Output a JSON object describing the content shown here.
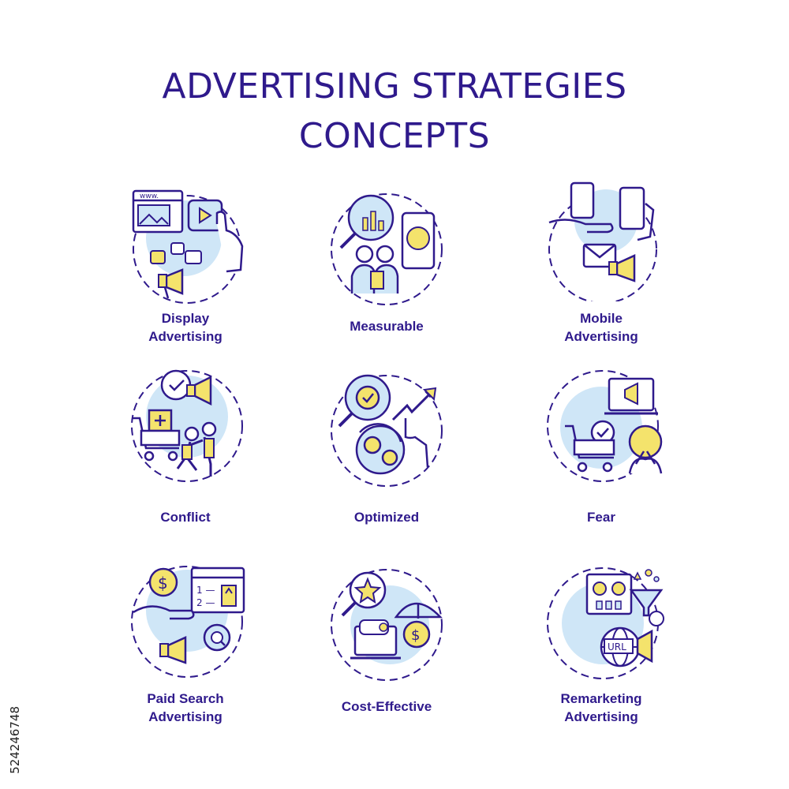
{
  "title": {
    "line1": "ADVERTISING STRATEGIES",
    "line2": "CONCEPTS"
  },
  "colors": {
    "primary": "#2f1a8c",
    "fill_blue": "#cfe6f7",
    "accent_yellow": "#f4e36c"
  },
  "items": [
    {
      "label": "Display\nAdvertising",
      "icon": "display-advertising-icon"
    },
    {
      "label": "Measurable",
      "icon": "measurable-icon"
    },
    {
      "label": "Mobile\nAdvertising",
      "icon": "mobile-advertising-icon"
    },
    {
      "label": "Conflict",
      "icon": "conflict-icon"
    },
    {
      "label": "Optimized",
      "icon": "optimized-icon"
    },
    {
      "label": "Fear",
      "icon": "fear-icon"
    },
    {
      "label": "Paid Search\nAdvertising",
      "icon": "paid-search-icon"
    },
    {
      "label": "Cost-Effective",
      "icon": "cost-effective-icon"
    },
    {
      "label": "Remarketing\nAdvertising",
      "icon": "remarketing-icon"
    }
  ],
  "stock_id": "524246748"
}
